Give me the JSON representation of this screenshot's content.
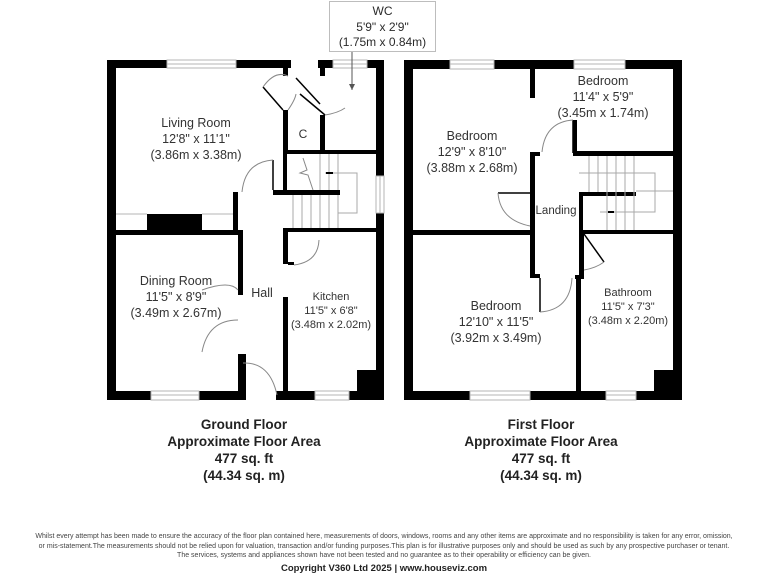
{
  "wc": {
    "name": "WC",
    "imperial": "5'9\" x 2'9\"",
    "metric": "(1.75m x 0.84m)"
  },
  "ground_floor": {
    "rooms": {
      "living_room": {
        "name": "Living Room",
        "imperial": "12'8\" x 11'1\"",
        "metric": "(3.86m x 3.38m)"
      },
      "cupboard": {
        "name": "C"
      },
      "dining_room": {
        "name": "Dining Room",
        "imperial": "11'5\" x 8'9\"",
        "metric": "(3.49m x 2.67m)"
      },
      "hall": {
        "name": "Hall"
      },
      "kitchen": {
        "name": "Kitchen",
        "imperial": "11'5\" x 6'8\"",
        "metric": "(3.48m x 2.02m)"
      }
    },
    "summary": {
      "title": "Ground Floor",
      "subtitle": "Approximate Floor Area",
      "sqft": "477 sq. ft",
      "sqm": "(44.34 sq. m)"
    }
  },
  "first_floor": {
    "rooms": {
      "bedroom_1": {
        "name": "Bedroom",
        "imperial": "12'9\" x 8'10\"",
        "metric": "(3.88m x 2.68m)"
      },
      "bedroom_2": {
        "name": "Bedroom",
        "imperial": "11'4\" x 5'9\"",
        "metric": "(3.45m x 1.74m)"
      },
      "landing": {
        "name": "Landing"
      },
      "bedroom_3": {
        "name": "Bedroom",
        "imperial": "12'10\" x 11'5\"",
        "metric": "(3.92m x 3.49m)"
      },
      "bathroom": {
        "name": "Bathroom",
        "imperial": "11'5\" x 7'3\"",
        "metric": "(3.48m x 2.20m)"
      }
    },
    "summary": {
      "title": "First Floor",
      "subtitle": "Approximate Floor Area",
      "sqft": "477 sq. ft",
      "sqm": "(44.34 sq. m)"
    }
  },
  "footer": {
    "disclaimer_line1": "Whilst every attempt has been made to ensure the accuracy of the floor plan contained here, measurements of doors, windows, rooms and any other items are approximate and no responsibility is taken for any error, omission,",
    "disclaimer_line2": "or mis-statement.The measurements should not be relied upon for valuation, transaction and/or funding purposes.This plan is for illustrative purposes only and should be used as such by any prospective purchaser or tenant.",
    "disclaimer_line3": "The services, systems and appliances shown have not been tested and no guarantee as to their operability or efficiency can be given.",
    "copyright": "Copyright V360 Ltd 2025 | www.houseviz.com"
  },
  "colors": {
    "wall": "#000000",
    "window": "#bdbdbd",
    "stair_line": "#b0b0b0",
    "door_arc": "#8a8a8a"
  }
}
